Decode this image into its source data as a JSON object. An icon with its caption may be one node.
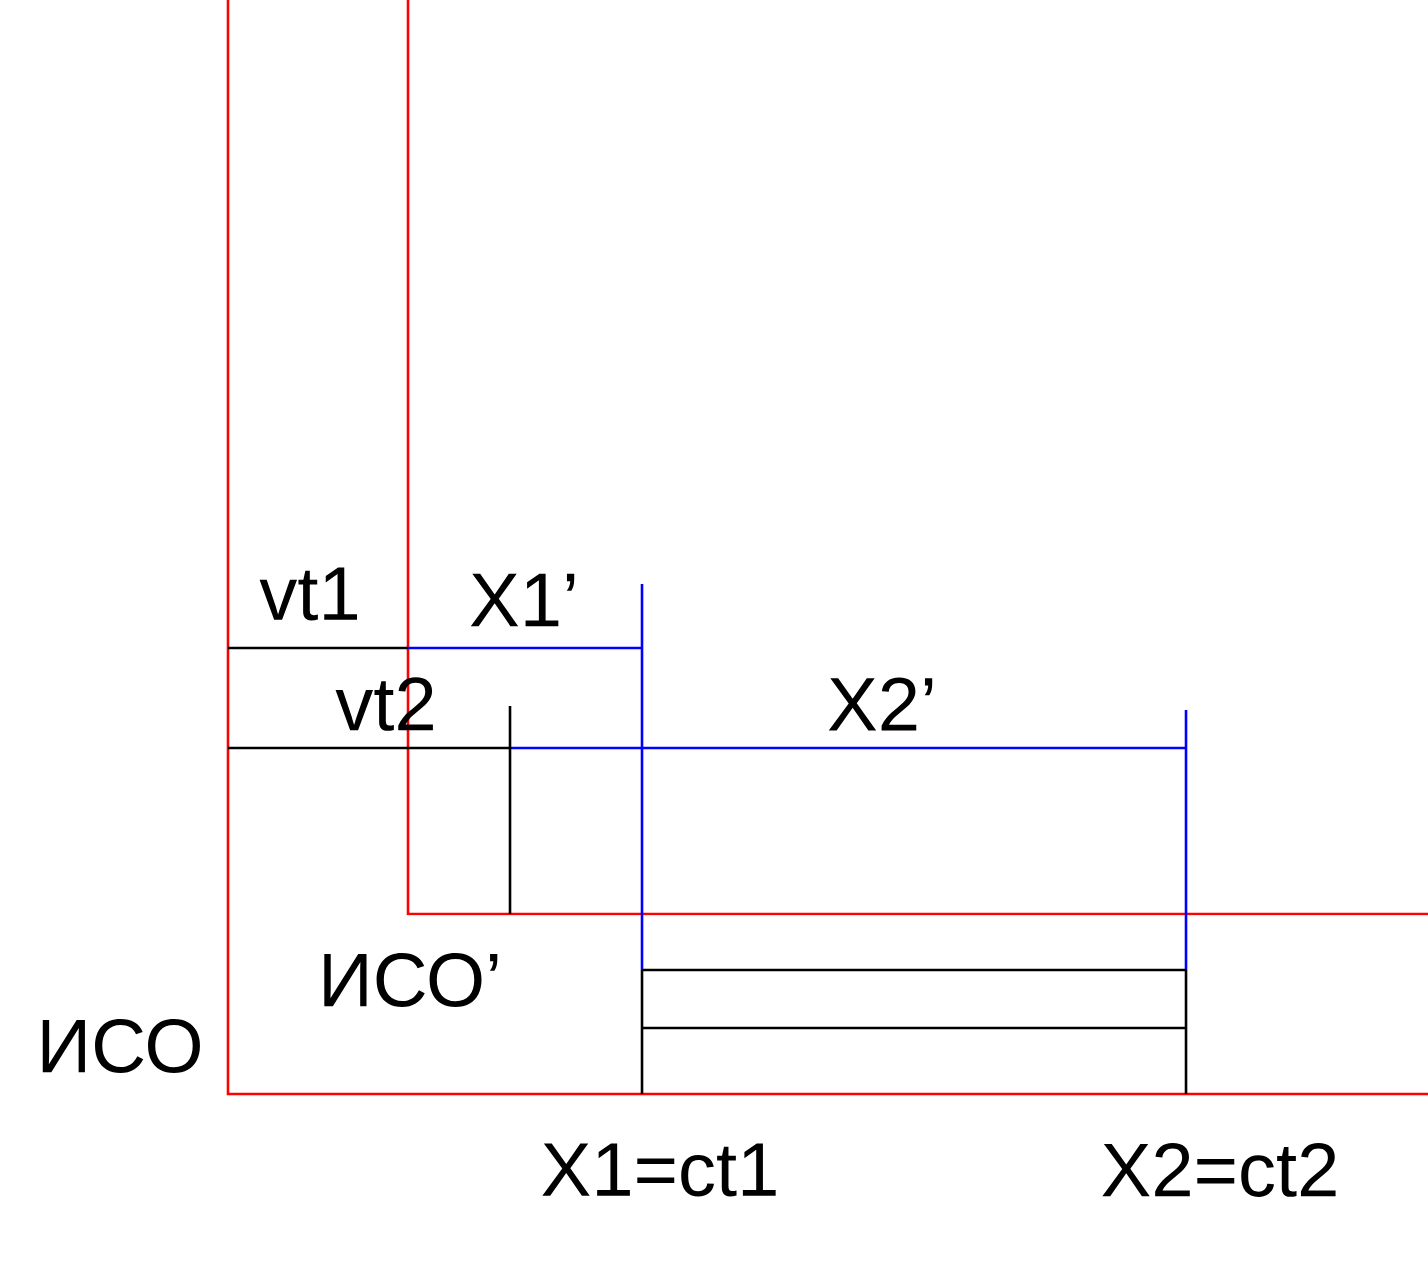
{
  "diagram": {
    "labels": [
      "vt1",
      "X1’",
      "vt2",
      "X2’",
      "ИСО’",
      "ИСО",
      "X1=ct1",
      "X2=ct2"
    ]
  }
}
